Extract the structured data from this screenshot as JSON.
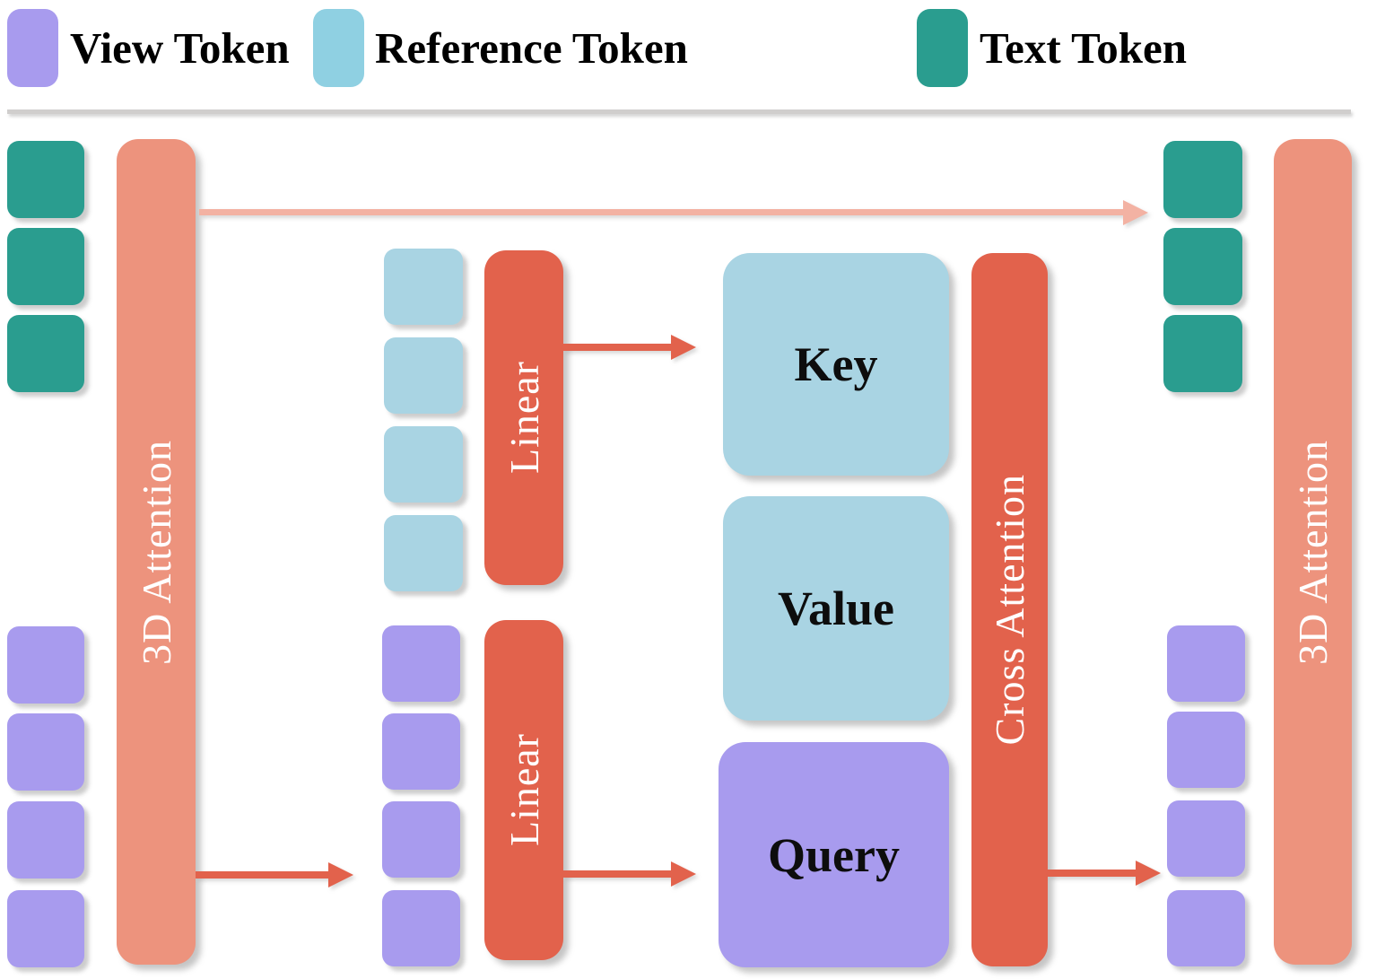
{
  "legend": {
    "items": [
      {
        "label": "View Token",
        "color": "#a89bee"
      },
      {
        "label": "Reference Token",
        "color": "#8fd0e2"
      },
      {
        "label": "Text Token",
        "color": "#2a9d8f"
      }
    ]
  },
  "colors": {
    "view-token": "#a89bee",
    "reference-token": "#a9d4e3",
    "reference-swatch": "#8fd0e2",
    "text-token": "#2a9d8f",
    "attention-bar": "#ed937d",
    "operator-bar": "#e2624c",
    "arrow": "#e2624c",
    "arrow-light": "#f3b2a3",
    "divider": "#d0cecd",
    "bar-label": "#ffffff",
    "box-label": "#0d0d0d"
  },
  "blocks": {
    "left_attention": {
      "label": "3D Attention"
    },
    "linear_top": {
      "label": "Linear"
    },
    "linear_bottom": {
      "label": "Linear"
    },
    "key": {
      "label": "Key"
    },
    "value": {
      "label": "Value"
    },
    "query": {
      "label": "Query"
    },
    "cross_attention": {
      "label": "Cross Attention"
    },
    "right_attention": {
      "label": "3D Attention"
    }
  },
  "tokens": {
    "left_text_count": 3,
    "left_view_count": 4,
    "reference_count": 4,
    "middle_view_count": 4,
    "right_text_count": 3,
    "right_view_count": 4
  }
}
